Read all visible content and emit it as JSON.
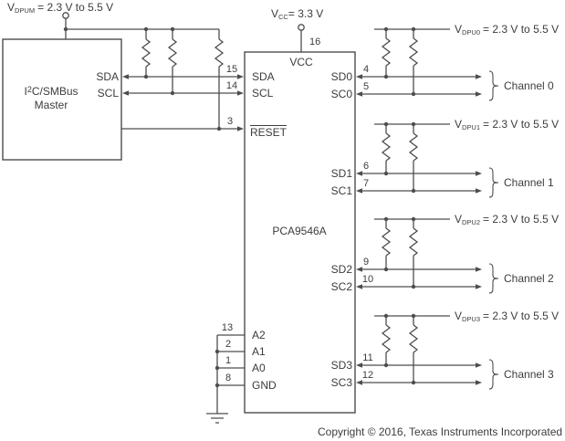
{
  "colors": {
    "line": "#4d4d4d",
    "text": "#3c3c3c",
    "background": "#ffffff"
  },
  "supplies": {
    "master": {
      "base": "V",
      "sub": "DPUM",
      "rest": "= 2.3 V to 5.5 V"
    },
    "vcc": {
      "base": "V",
      "sub": "CC",
      "rest": "= 3.3 V"
    }
  },
  "master": {
    "line1_base": "I",
    "line1_sup": "2",
    "line1_rest": "C/SMBus",
    "line2": "Master",
    "pin_sda": "SDA",
    "pin_scl": "SCL"
  },
  "ic": {
    "part": "PCA9546A",
    "pin16_num": "16",
    "vcc": "VCC",
    "pin15_num": "15",
    "sda": "SDA",
    "pin14_num": "14",
    "scl": "SCL",
    "pin3_num": "3",
    "reset": "RESET",
    "pin13_num": "13",
    "a2": "A2",
    "pin2_num": "2",
    "a1": "A1",
    "pin1_num": "1",
    "a0": "A0",
    "pin8_num": "8",
    "gnd": "GND"
  },
  "channels": [
    {
      "label": "Channel 0",
      "supply_base": "V",
      "supply_sub": "DPU0",
      "supply_rest": "= 2.3 V to 5.5 V",
      "sd": "SD0",
      "sd_pin": "4",
      "sc": "SC0",
      "sc_pin": "5"
    },
    {
      "label": "Channel 1",
      "supply_base": "V",
      "supply_sub": "DPU1",
      "supply_rest": "= 2.3 V to 5.5 V",
      "sd": "SD1",
      "sd_pin": "6",
      "sc": "SC1",
      "sc_pin": "7"
    },
    {
      "label": "Channel 2",
      "supply_base": "V",
      "supply_sub": "DPU2",
      "supply_rest": "= 2.3 V to 5.5 V",
      "sd": "SD2",
      "sd_pin": "9",
      "sc": "SC2",
      "sc_pin": "10"
    },
    {
      "label": "Channel 3",
      "supply_base": "V",
      "supply_sub": "DPU3",
      "supply_rest": "= 2.3 V to 5.5 V",
      "sd": "SD3",
      "sd_pin": "11",
      "sc": "SC3",
      "sc_pin": "12"
    }
  ],
  "copyright": "Copyright © 2016, Texas Instruments Incorporated"
}
